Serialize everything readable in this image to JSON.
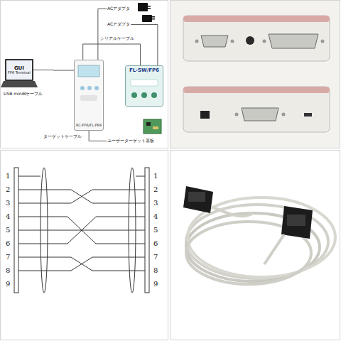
{
  "diagram": {
    "nodes": [
      {
        "text": [
          "GUI",
          "FP6 Terminal"
        ]
      },
      {
        "text": [
          "RC-FP6/FL-PR6"
        ]
      },
      {
        "text": [
          "FL-SW/FP6"
        ]
      },
      {
        "text": [
          "ユーザーターゲット基板"
        ]
      },
      {
        "text": [
          "ACアダプタ"
        ]
      },
      {
        "text": [
          "ACアダプタ"
        ]
      }
    ],
    "edges": [
      {
        "from": 0,
        "to": 1,
        "label": "USB miniBケーブル",
        "arrow": "none"
      },
      {
        "from": 1,
        "to": 2,
        "label": "シリアルケーブル",
        "arrow": "none"
      },
      {
        "from": 1,
        "to": 3,
        "label": "ターゲットケーブル",
        "arrow": "none"
      },
      {
        "from": 4,
        "to": 1,
        "arrow": "none"
      },
      {
        "from": 5,
        "to": 2,
        "arrow": "none"
      }
    ],
    "labels": [
      "1",
      "2",
      "3",
      "4",
      "5",
      "6",
      "7",
      "8",
      "9",
      "1",
      "2",
      "3",
      "4",
      "5",
      "6",
      "7",
      "8",
      "9"
    ]
  }
}
